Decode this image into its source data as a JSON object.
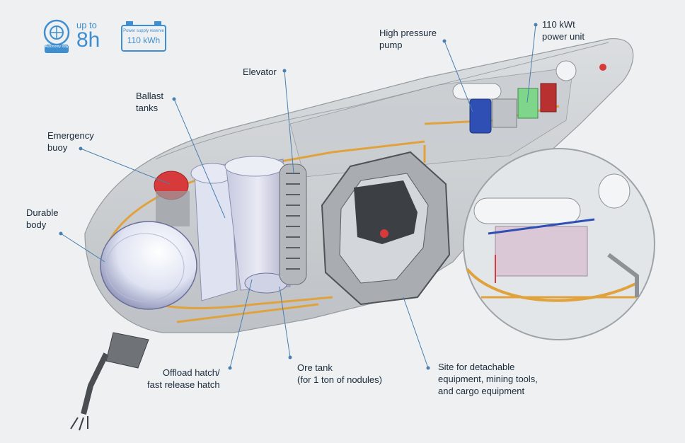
{
  "badges": {
    "autonomy": {
      "prefix": "up to",
      "value": "8h",
      "caption": "Autonomy stay"
    },
    "power": {
      "caption": "Power supply reserve",
      "value": "110 kWh"
    }
  },
  "labels": {
    "pump": [
      "High pressure",
      "pump"
    ],
    "power_unit": [
      "110 kWt",
      "power unit"
    ],
    "elevator": [
      "Elevator"
    ],
    "ballast": [
      "Ballast",
      "tanks"
    ],
    "buoy": [
      "Emergency",
      "buoy"
    ],
    "body": [
      "Durable",
      "body"
    ],
    "hatch": [
      "Offload hatch/",
      "fast release hatch"
    ],
    "ore": [
      "Ore tank",
      "(for 1 ton of nodules)"
    ],
    "site": [
      "Site for detachable",
      "equipment, mining tools,",
      "and cargo equipment"
    ]
  },
  "colors": {
    "accent": "#3f8fd0",
    "leader": "#4a7fb0",
    "pipe": "#e0a23c",
    "buoy": "#d63a3a",
    "pump": "#2f4fb5",
    "power": "#7fd68a"
  }
}
